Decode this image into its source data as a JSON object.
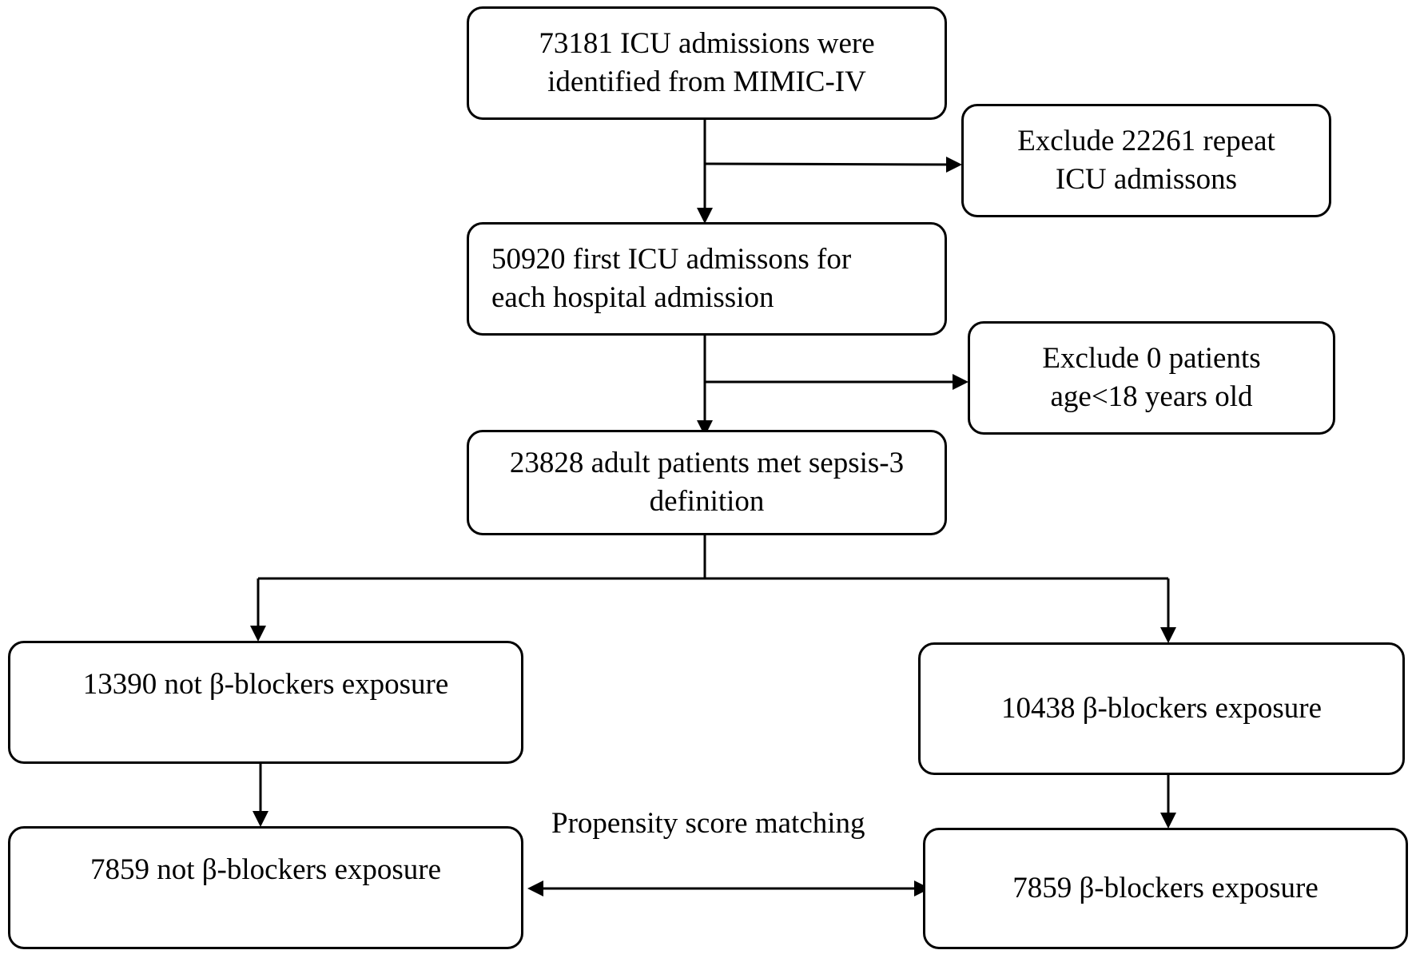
{
  "flowchart": {
    "boxes": {
      "mimic": {
        "line1": "73181 ICU admissions were",
        "line2": "identified from MIMIC-IV"
      },
      "exclude_repeat": {
        "line1": "Exclude 22261 repeat",
        "line2": "ICU admissons"
      },
      "first_icu": {
        "line1": "50920 first ICU admissons for",
        "line2": "each hospital admission"
      },
      "exclude_age": {
        "line1": "Exclude 0 patients",
        "line2": "age<18 years old"
      },
      "sepsis": {
        "line1": "23828 adult patients met sepsis-3",
        "line2": "definition"
      },
      "not_bb": {
        "text": "13390 not β-blockers exposure"
      },
      "bb": {
        "text": "10438 β-blockers exposure"
      },
      "not_bb_matched": {
        "text": "7859 not β-blockers exposure"
      },
      "bb_matched": {
        "text": "7859 β-blockers exposure"
      }
    },
    "psm_label": "Propensity score matching"
  },
  "colors": {
    "stroke": "#000000",
    "background": "#ffffff"
  }
}
